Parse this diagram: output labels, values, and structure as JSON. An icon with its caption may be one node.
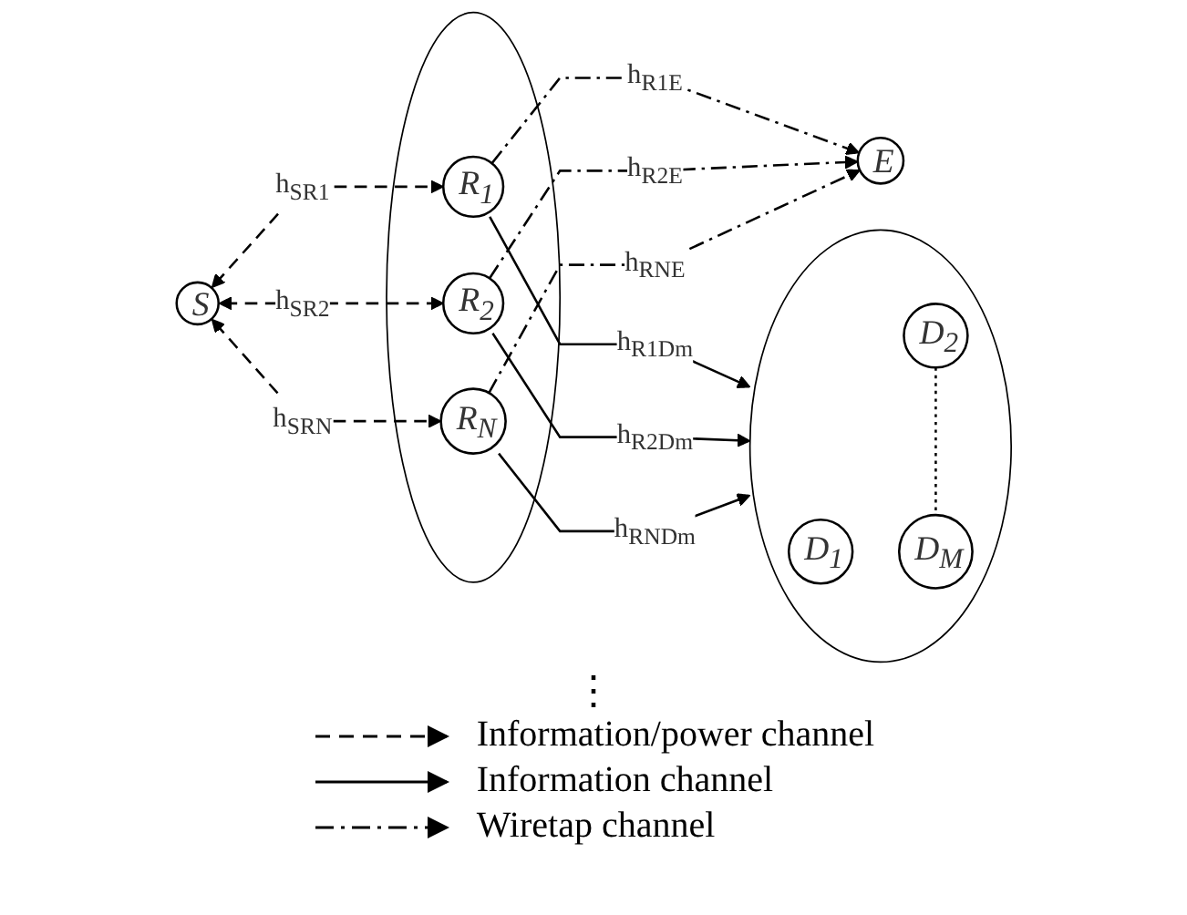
{
  "diagram": {
    "nodes": [
      {
        "text": [
          "S"
        ]
      },
      {
        "text": [],
        "shape": "circle"
      },
      {
        "text": [
          "R$_{1}$"
        ],
        "in": 1
      },
      {
        "text": [
          "R$_{2}$"
        ],
        "in": 1
      },
      {
        "text": [
          "R$_{N}$"
        ],
        "in": 1
      },
      {
        "text": [],
        "shape": "circle"
      },
      {
        "text": [
          "D$_{1}$"
        ],
        "in": 5
      },
      {
        "text": [
          "D$_{2}$"
        ],
        "in": 5
      },
      {
        "text": [
          "D$_{M}$"
        ],
        "in": 5
      },
      {
        "text": [
          "E"
        ]
      }
    ],
    "edges": [
      {
        "from": 0,
        "to": 2,
        "arrow": "both",
        "style": "dashed",
        "label": "h$_{SR1}$"
      },
      {
        "from": 0,
        "to": 3,
        "arrow": "both",
        "style": "dashed",
        "label": "h$_{SR2}$"
      },
      {
        "from": 0,
        "to": 4,
        "arrow": "both",
        "style": "dashed",
        "label": "h$_{SRN}$"
      },
      {
        "from": 2,
        "to": 5,
        "arrow": "to",
        "label": "h$_{R1Dm}$"
      },
      {
        "from": 3,
        "to": 5,
        "arrow": "to",
        "label": "h$_{R2Dm}$"
      },
      {
        "from": 4,
        "to": 5,
        "arrow": "to",
        "label": "h$_{RNDm}$"
      },
      {
        "from": 2,
        "to": 9,
        "arrow": "to",
        "style": "dashed",
        "label": "h$_{R1E}$"
      },
      {
        "from": 3,
        "to": 9,
        "arrow": "to",
        "style": "dashed",
        "label": "h$_{R2E}$"
      },
      {
        "from": 4,
        "to": 9,
        "arrow": "to",
        "style": "dashed",
        "label": "h$_{RNE}$"
      },
      {
        "from": 7,
        "to": 8,
        "arrow": "none",
        "style": "dashed"
      }
    ],
    "labels": [
      "⋮"
    ],
    "legend": [
      {
        "text": "Information/power channel"
      },
      {
        "text": "Information channel"
      },
      {
        "text": "Wiretap channel"
      }
    ]
  }
}
